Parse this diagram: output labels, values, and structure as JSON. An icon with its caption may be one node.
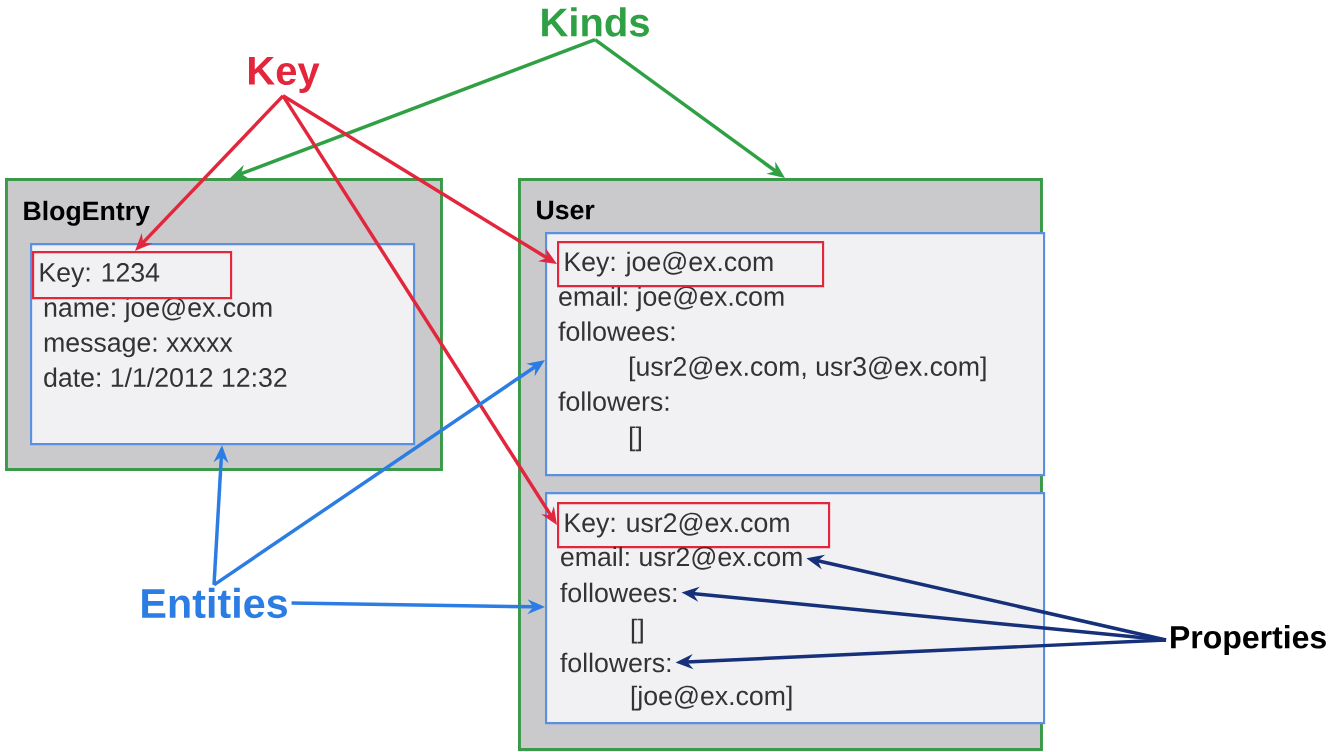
{
  "diagram": {
    "nodes": [
      {
        "text": [
          "Kinds"
        ]
      },
      {
        "text": [
          "Key"
        ]
      },
      {
        "text": [
          "BlogEntry"
        ]
      },
      {
        "text": [
          "name: joe@ex.com",
          "message: xxxxx",
          "date: 1/1/2012 12:32"
        ],
        "in": 2
      },
      {
        "text": [
          "Key: 1234"
        ],
        "in": 3
      },
      {
        "text": [
          "User"
        ]
      },
      {
        "text": [
          "email: joe@ex.com",
          "followees:",
          "[usr2@ex.com, usr3@ex.com]",
          "followers:",
          "[]"
        ],
        "in": 5
      },
      {
        "text": [
          "Key: joe@ex.com"
        ],
        "in": 6
      },
      {
        "text": [],
        "shape": "box",
        "in": 5
      },
      {
        "text": [
          "Key: usr2@ex.com"
        ],
        "in": 8
      },
      {
        "text": [
          "email: usr2@ex.com"
        ],
        "in": 8
      },
      {
        "text": [
          "followees:"
        ],
        "in": 8
      },
      {
        "text": [
          "[]"
        ],
        "in": 8
      },
      {
        "text": [
          "followers:"
        ],
        "in": 8
      },
      {
        "text": [
          "[joe@ex.com]"
        ],
        "in": 8
      },
      {
        "text": [
          "Entities"
        ]
      },
      {
        "text": [
          "Properties"
        ]
      }
    ],
    "edges": [
      {
        "from": 0,
        "to": 2,
        "arrow": "to",
        "color": "#2fa043"
      },
      {
        "from": 0,
        "to": 5,
        "arrow": "to",
        "color": "#2fa043"
      },
      {
        "from": 1,
        "to": 4,
        "arrow": "to",
        "color": "#e3263b"
      },
      {
        "from": 1,
        "to": 7,
        "arrow": "to",
        "color": "#e3263b"
      },
      {
        "from": 1,
        "to": 9,
        "arrow": "to",
        "color": "#e3263b"
      },
      {
        "from": 15,
        "to": 3,
        "arrow": "to",
        "color": "#2b7de3"
      },
      {
        "from": 15,
        "to": 6,
        "arrow": "to",
        "color": "#2b7de3"
      },
      {
        "from": 15,
        "to": 8,
        "arrow": "to",
        "color": "#2b7de3"
      },
      {
        "from": 16,
        "to": 10,
        "arrow": "to",
        "color": "#16307a"
      },
      {
        "from": 16,
        "to": 11,
        "arrow": "to",
        "color": "#16307a"
      },
      {
        "from": 16,
        "to": 13,
        "arrow": "to",
        "color": "#16307a"
      }
    ]
  }
}
